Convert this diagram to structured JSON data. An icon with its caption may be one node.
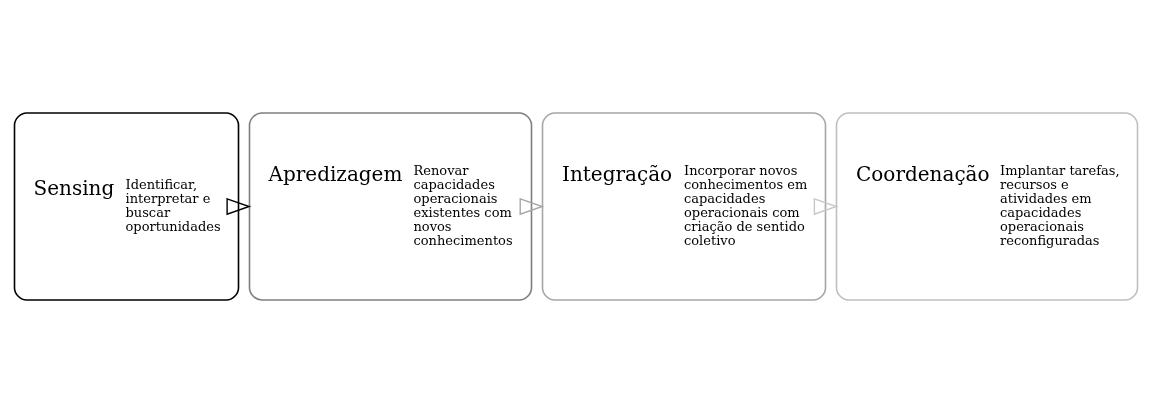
{
  "diagram": {
    "nodes": [
      {
        "text": [
          "Sensing",
          "Identificar, interpretar e buscar oportunidades"
        ]
      },
      {
        "text": [
          "Apredizagem",
          "Renovar capacidades operacionais existentes com novos conhecimentos"
        ]
      },
      {
        "text": [
          "Integração",
          "Incorporar novos conhecimentos em capacidades operacionais com criação de sentido coletivo"
        ]
      },
      {
        "text": [
          "Coordenação",
          "Implantar tarefas, recursos e atividades em capacidades operacionais reconfiguradas"
        ]
      }
    ],
    "edges": [
      {
        "from": 0,
        "to": 1,
        "arrow": "to"
      },
      {
        "from": 1,
        "to": 2,
        "arrow": "to",
        "color": "#a6a6a6"
      },
      {
        "from": 2,
        "to": 3,
        "arrow": "to",
        "color": "#c8c8c8"
      }
    ]
  }
}
